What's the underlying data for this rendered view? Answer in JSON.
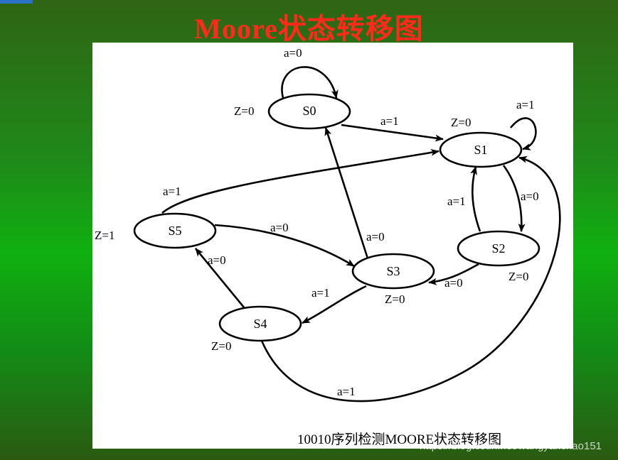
{
  "title": "Moore状态转移图",
  "caption": "10010序列检测MOORE状态转移图",
  "watermark": "https://blog.csdn.net/wangyanchao151",
  "colors": {
    "title": "#ff2a1a",
    "accent_tab": "#2a72c8"
  },
  "states": [
    {
      "id": "S0",
      "label": "S0",
      "output": "Z=0"
    },
    {
      "id": "S1",
      "label": "S1",
      "output": "Z=0"
    },
    {
      "id": "S2",
      "label": "S2",
      "output": "Z=0"
    },
    {
      "id": "S3",
      "label": "S3",
      "output": "Z=0"
    },
    {
      "id": "S4",
      "label": "S4",
      "output": "Z=0"
    },
    {
      "id": "S5",
      "label": "S5",
      "output": "Z=1"
    }
  ],
  "transitions": [
    {
      "from": "S0",
      "to": "S0",
      "label": "a=0"
    },
    {
      "from": "S0",
      "to": "S1",
      "label": "a=1"
    },
    {
      "from": "S1",
      "to": "S1",
      "label": "a=1"
    },
    {
      "from": "S1",
      "to": "S2",
      "label": "a=0"
    },
    {
      "from": "S2",
      "to": "S1",
      "label": "a=1"
    },
    {
      "from": "S2",
      "to": "S3",
      "label": "a=0"
    },
    {
      "from": "S3",
      "to": "S0",
      "label": "a=0"
    },
    {
      "from": "S3",
      "to": "S4",
      "label": "a=1"
    },
    {
      "from": "S4",
      "to": "S5",
      "label": "a=0"
    },
    {
      "from": "S4",
      "to": "S1",
      "label": "a=1"
    },
    {
      "from": "S5",
      "to": "S1",
      "label": "a=1"
    },
    {
      "from": "S5",
      "to": "S3",
      "label": "a=0"
    }
  ]
}
